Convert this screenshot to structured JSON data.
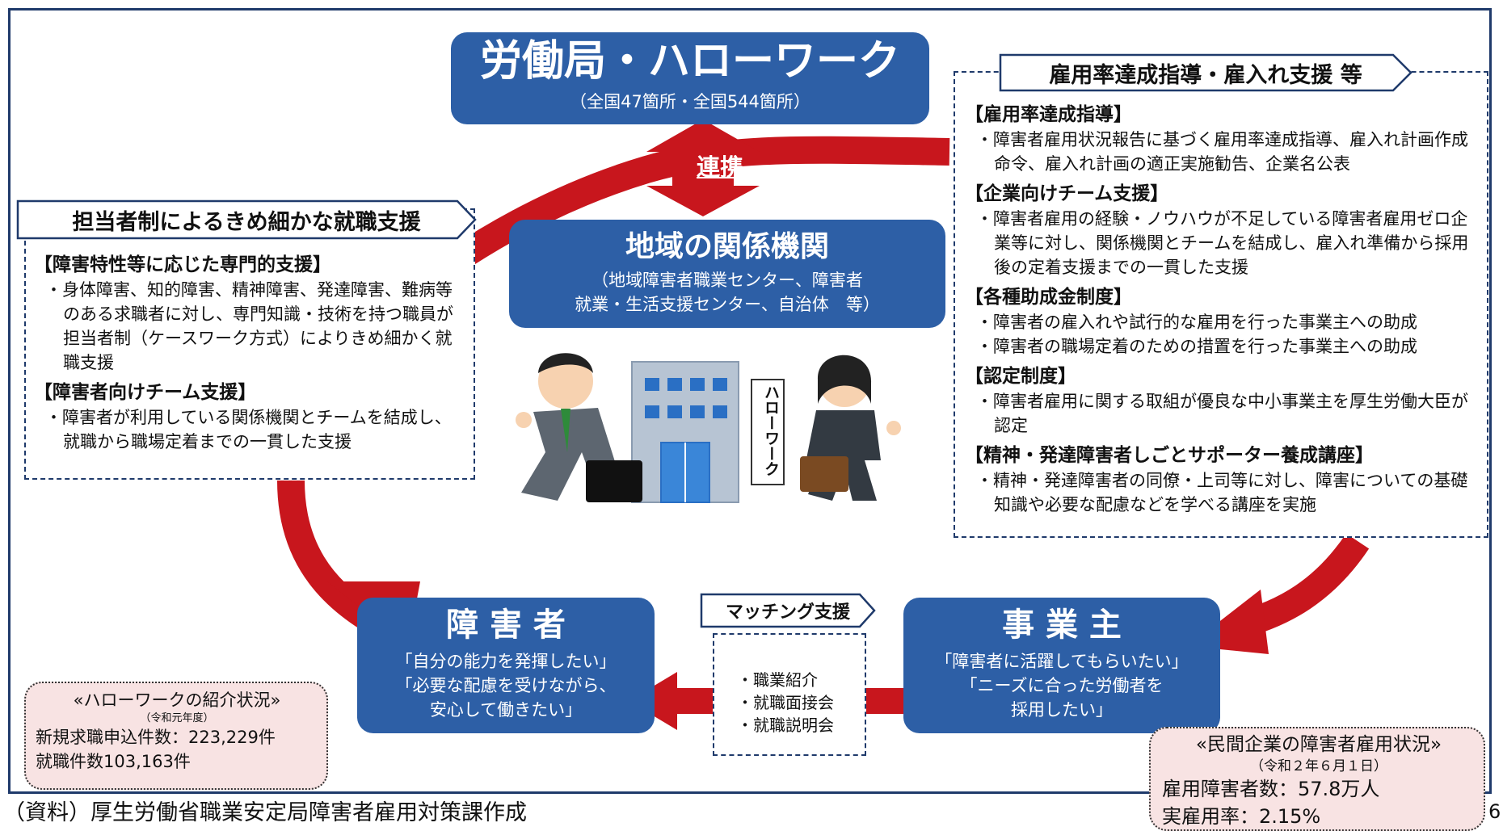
{
  "top_box": {
    "title": "労働局・ハローワーク",
    "subtitle": "（全国47箇所・全国544箇所）"
  },
  "renkei_label": "連携",
  "regional_box": {
    "title": "地域の関係機関",
    "line1": "（地域障害者職業センター、障害者",
    "line2": "就業・生活支援センター、自治体　等）"
  },
  "left_panel": {
    "tag": "担当者制によるきめ細かな就職支援",
    "sections": [
      {
        "heading": "【障害特性等に応じた専門的支援】",
        "items": [
          "・身体障害、知的障害、精神障害、発達障害、難病等のある求職者に対し、専門知識・技術を持つ職員が担当者制（ケースワーク方式）によりきめ細かく就職支援"
        ]
      },
      {
        "heading": "【障害者向けチーム支援】",
        "items": [
          "・障害者が利用している関係機関とチームを結成し、就職から職場定着までの一貫した支援"
        ]
      }
    ]
  },
  "right_panel": {
    "tag": "雇用率達成指導・雇入れ支援 等",
    "sections": [
      {
        "heading": "【雇用率達成指導】",
        "items": [
          "・障害者雇用状況報告に基づく雇用率達成指導、雇入れ計画作成命令、雇入れ計画の適正実施勧告、企業名公表"
        ]
      },
      {
        "heading": "【企業向けチーム支援】",
        "items": [
          "・障害者雇用の経験・ノウハウが不足している障害者雇用ゼロ企業等に対し、関係機関とチームを結成し、雇入れ準備から採用後の定着支援までの一貫した支援"
        ]
      },
      {
        "heading": "【各種助成金制度】",
        "items": [
          "・障害者の雇入れや試行的な雇用を行った事業主への助成",
          "・障害者の職場定着のための措置を行った事業主への助成"
        ]
      },
      {
        "heading": "【認定制度】",
        "items": [
          "・障害者雇用に関する取組が優良な中小事業主を厚生労働大臣が認定"
        ]
      },
      {
        "heading": "【精神・発達障害者しごとサポーター養成講座】",
        "items": [
          "・精神・発達障害者の同僚・上司等に対し、障害についての基礎知識や必要な配慮などを学べる講座を実施"
        ]
      }
    ]
  },
  "person_box": {
    "title": "障 害 者",
    "lines": [
      "「自分の能力を発揮したい」",
      "「必要な配慮を受けながら、",
      "安心して働きたい」"
    ]
  },
  "employer_box": {
    "title": "事 業 主",
    "lines": [
      "「障害者に活躍してもらいたい」",
      "「ニーズに合った労働者を",
      "採用したい」"
    ]
  },
  "matching": {
    "tag": "マッチング支援",
    "items": [
      "・職業紹介",
      "・就職面接会",
      "・就職説明会"
    ]
  },
  "hellowork_stats": {
    "title": "«ハローワークの紹介状況»",
    "year": "（令和元年度）",
    "line1": "新規求職申込件数：223,229件",
    "line2": "就職件数103,163件"
  },
  "private_stats": {
    "title": "«民間企業の障害者雇用状況»",
    "date": "（令和２年６月１日）",
    "line1": "雇用障害者数：57.8万人",
    "line2": "実雇用率：2.15%"
  },
  "building_sign": "ハローワーク",
  "source": "（資料）厚生労働省職業安定局障害者雇用対策課作成",
  "page_number": "6",
  "colors": {
    "blue": "#2d5fa6",
    "red": "#c8161d",
    "navy": "#1f3a6b",
    "pink": "#f8e3e3"
  }
}
